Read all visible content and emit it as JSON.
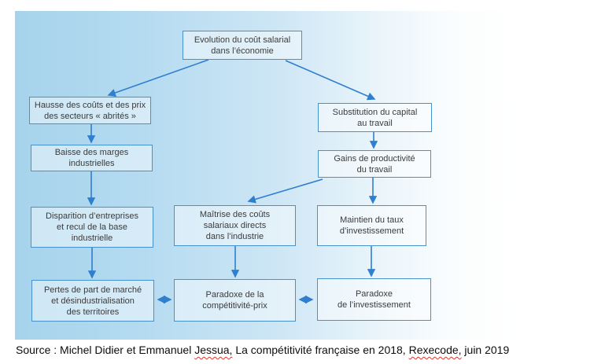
{
  "diagram": {
    "nodes": {
      "evolution": "Evolution du coût salarial\ndans l’économie",
      "hausse": "Hausse des coûts et des prix\ndes secteurs « abrités »",
      "baisse": "Baisse des marges\nindustrielles",
      "disparition": "Disparition d’entreprises\net recul de la base\nindustrielle",
      "pertes": "Pertes de part de marché\net désindustrialisation\ndes territoires",
      "substitution": "Substitution du capital\nau travail",
      "gains": "Gains de productivité\ndu travail",
      "maitrise": "Maîtrise des coûts\nsalariaux directs\ndans l’industrie",
      "maintien": "Maintien du taux\nd’investissement",
      "paradoxe_prix": "Paradoxe de la\ncompétitivité-prix",
      "paradoxe_inv": "Paradoxe\nde l’investissement"
    },
    "colors": {
      "background_left": "#a6d3ec",
      "background_right": "#ffffff",
      "box_border": "#4792cd",
      "box_fill": "rgba(255,255,255,0.45)",
      "arrow": "#2e7fd0",
      "text": "#3b3b3b",
      "spellcheck_underline": "#e0342b"
    }
  },
  "source": {
    "part1": "Source : Michel Didier et Emmanuel ",
    "misspelled1": "Jessua,",
    "part2": " La compétitivité française en 2018, ",
    "misspelled2": "Rexecode,",
    "part3": " juin 2019"
  }
}
